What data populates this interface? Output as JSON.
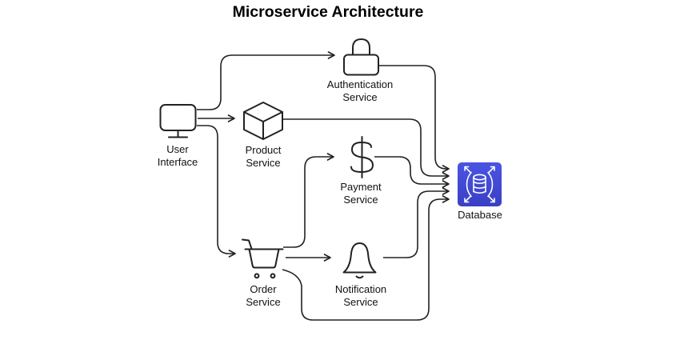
{
  "title": "Microservice Architecture",
  "diagram": {
    "nodes": [
      {
        "id": "user-interface",
        "label": "User\nInterface",
        "icon": "monitor-icon"
      },
      {
        "id": "authentication-service",
        "label": "Authentication\nService",
        "icon": "lock-icon"
      },
      {
        "id": "product-service",
        "label": "Product\nService",
        "icon": "cube-icon"
      },
      {
        "id": "payment-service",
        "label": "Payment\nService",
        "icon": "dollar-icon"
      },
      {
        "id": "order-service",
        "label": "Order\nService",
        "icon": "shopping-cart-icon"
      },
      {
        "id": "notification-service",
        "label": "Notification\nService",
        "icon": "bell-icon"
      },
      {
        "id": "database",
        "label": "Database",
        "icon": "database-scaling-icon"
      }
    ],
    "edges": [
      {
        "from": "user-interface",
        "to": "authentication-service"
      },
      {
        "from": "user-interface",
        "to": "product-service"
      },
      {
        "from": "user-interface",
        "to": "order-service"
      },
      {
        "from": "order-service",
        "to": "payment-service"
      },
      {
        "from": "order-service",
        "to": "notification-service"
      },
      {
        "from": "authentication-service",
        "to": "database"
      },
      {
        "from": "product-service",
        "to": "database"
      },
      {
        "from": "payment-service",
        "to": "database"
      },
      {
        "from": "notification-service",
        "to": "database"
      },
      {
        "from": "order-service",
        "to": "database"
      }
    ],
    "colors": {
      "connector": "#222222",
      "text": "#111111",
      "background": "#FFFFFF",
      "database_gradient_top": "#4A54E4",
      "database_gradient_bottom": "#3A40C4",
      "database_icon": "#FFFFFF"
    }
  }
}
